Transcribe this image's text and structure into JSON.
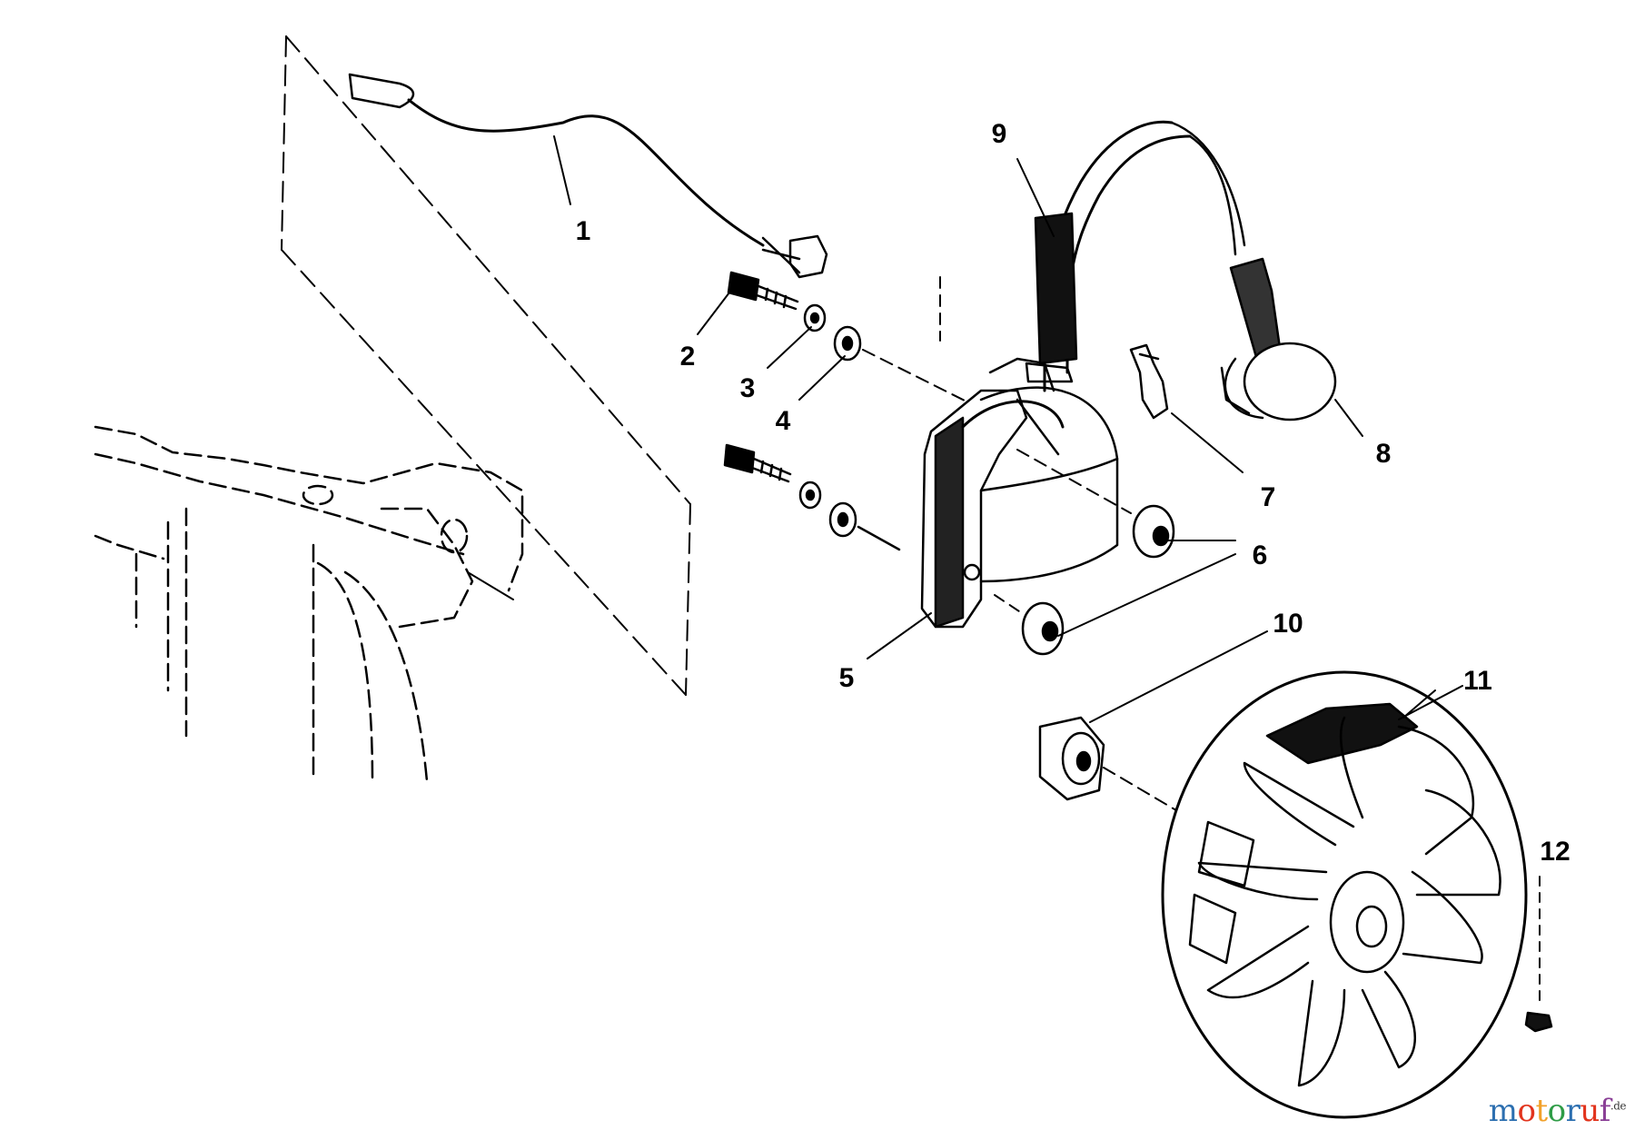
{
  "callouts": {
    "c1": "1",
    "c2": "2",
    "c3": "3",
    "c4": "4",
    "c5": "5",
    "c6": "6",
    "c7": "7",
    "c8": "8",
    "c9": "9",
    "c10": "10",
    "c11": "11",
    "c12": "12"
  },
  "watermark": {
    "letters": [
      "m",
      "o",
      "t",
      "o",
      "r",
      "u",
      "f"
    ],
    "letter_colors": [
      "#2c6fb0",
      "#e2341d",
      "#f2a12a",
      "#2e9c46",
      "#2c6fb0",
      "#e2341d",
      "#8a3f96"
    ],
    "suffix": ".de"
  }
}
